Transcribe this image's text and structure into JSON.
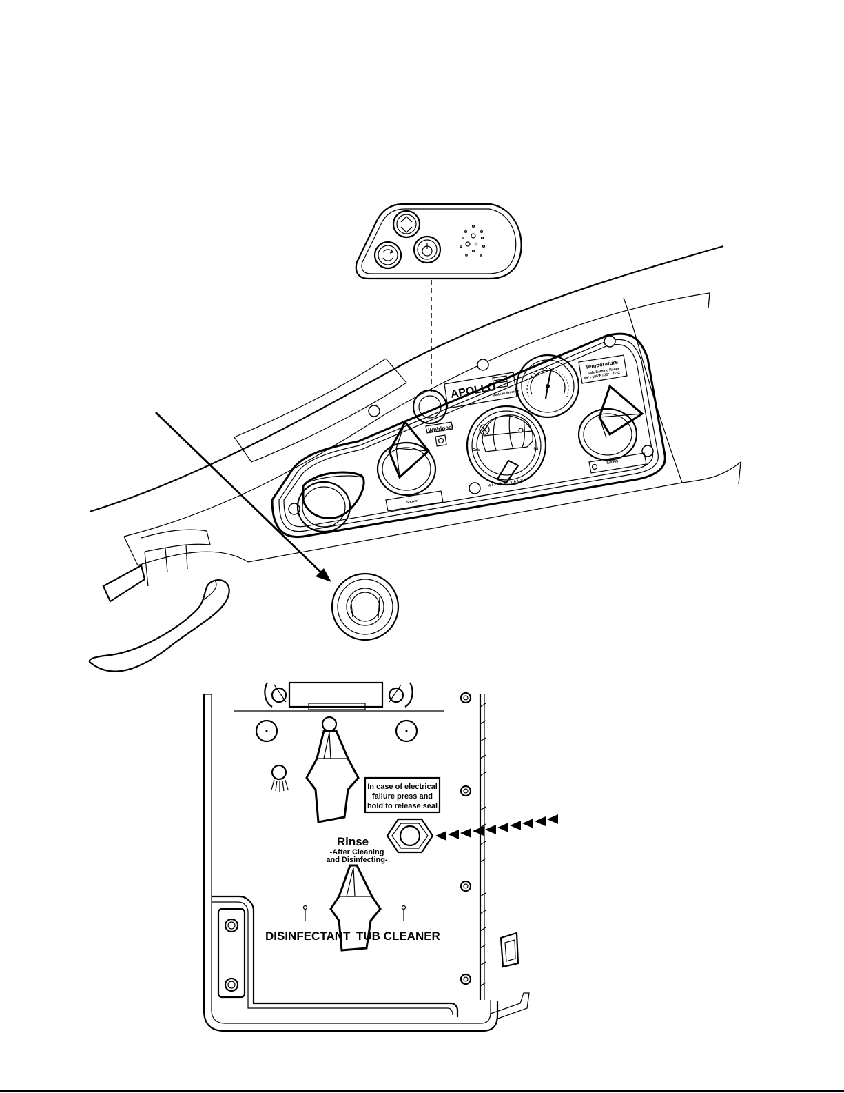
{
  "remote": {
    "buttons": [
      "up-down-button",
      "jets-power-button",
      "light-button"
    ],
    "icons": [
      "up-down-arrows-icon",
      "circular-arrows-icon",
      "power-icon",
      "light-dots-icon"
    ]
  },
  "panel": {
    "brand": "APOLLO",
    "brand_tagline": "Made in America",
    "whirlpool_label": "Whirlpool",
    "mixing_valve_label": "MIXING VALVE",
    "cold_label": "Cold",
    "hot_label": "Hot",
    "temperature_title": "Temperature",
    "temperature_sub1": "Safe Bathing Range",
    "temperature_sub2": "95° - 105°F / 35° - 41°C",
    "tub_fill_label": "Tub Fill",
    "shower_label": "Shower"
  },
  "lower_panel": {
    "warning_line1": "In case of electrical",
    "warning_line2": "failure press and",
    "warning_line3": "hold to release seal",
    "rinse_label": "Rinse",
    "rinse_sub1": "-After Cleaning",
    "rinse_sub2": "and Disinfecting-",
    "disinfectant_label": "DISINFECTANT",
    "tub_cleaner_label": "TUB CLEANER"
  }
}
